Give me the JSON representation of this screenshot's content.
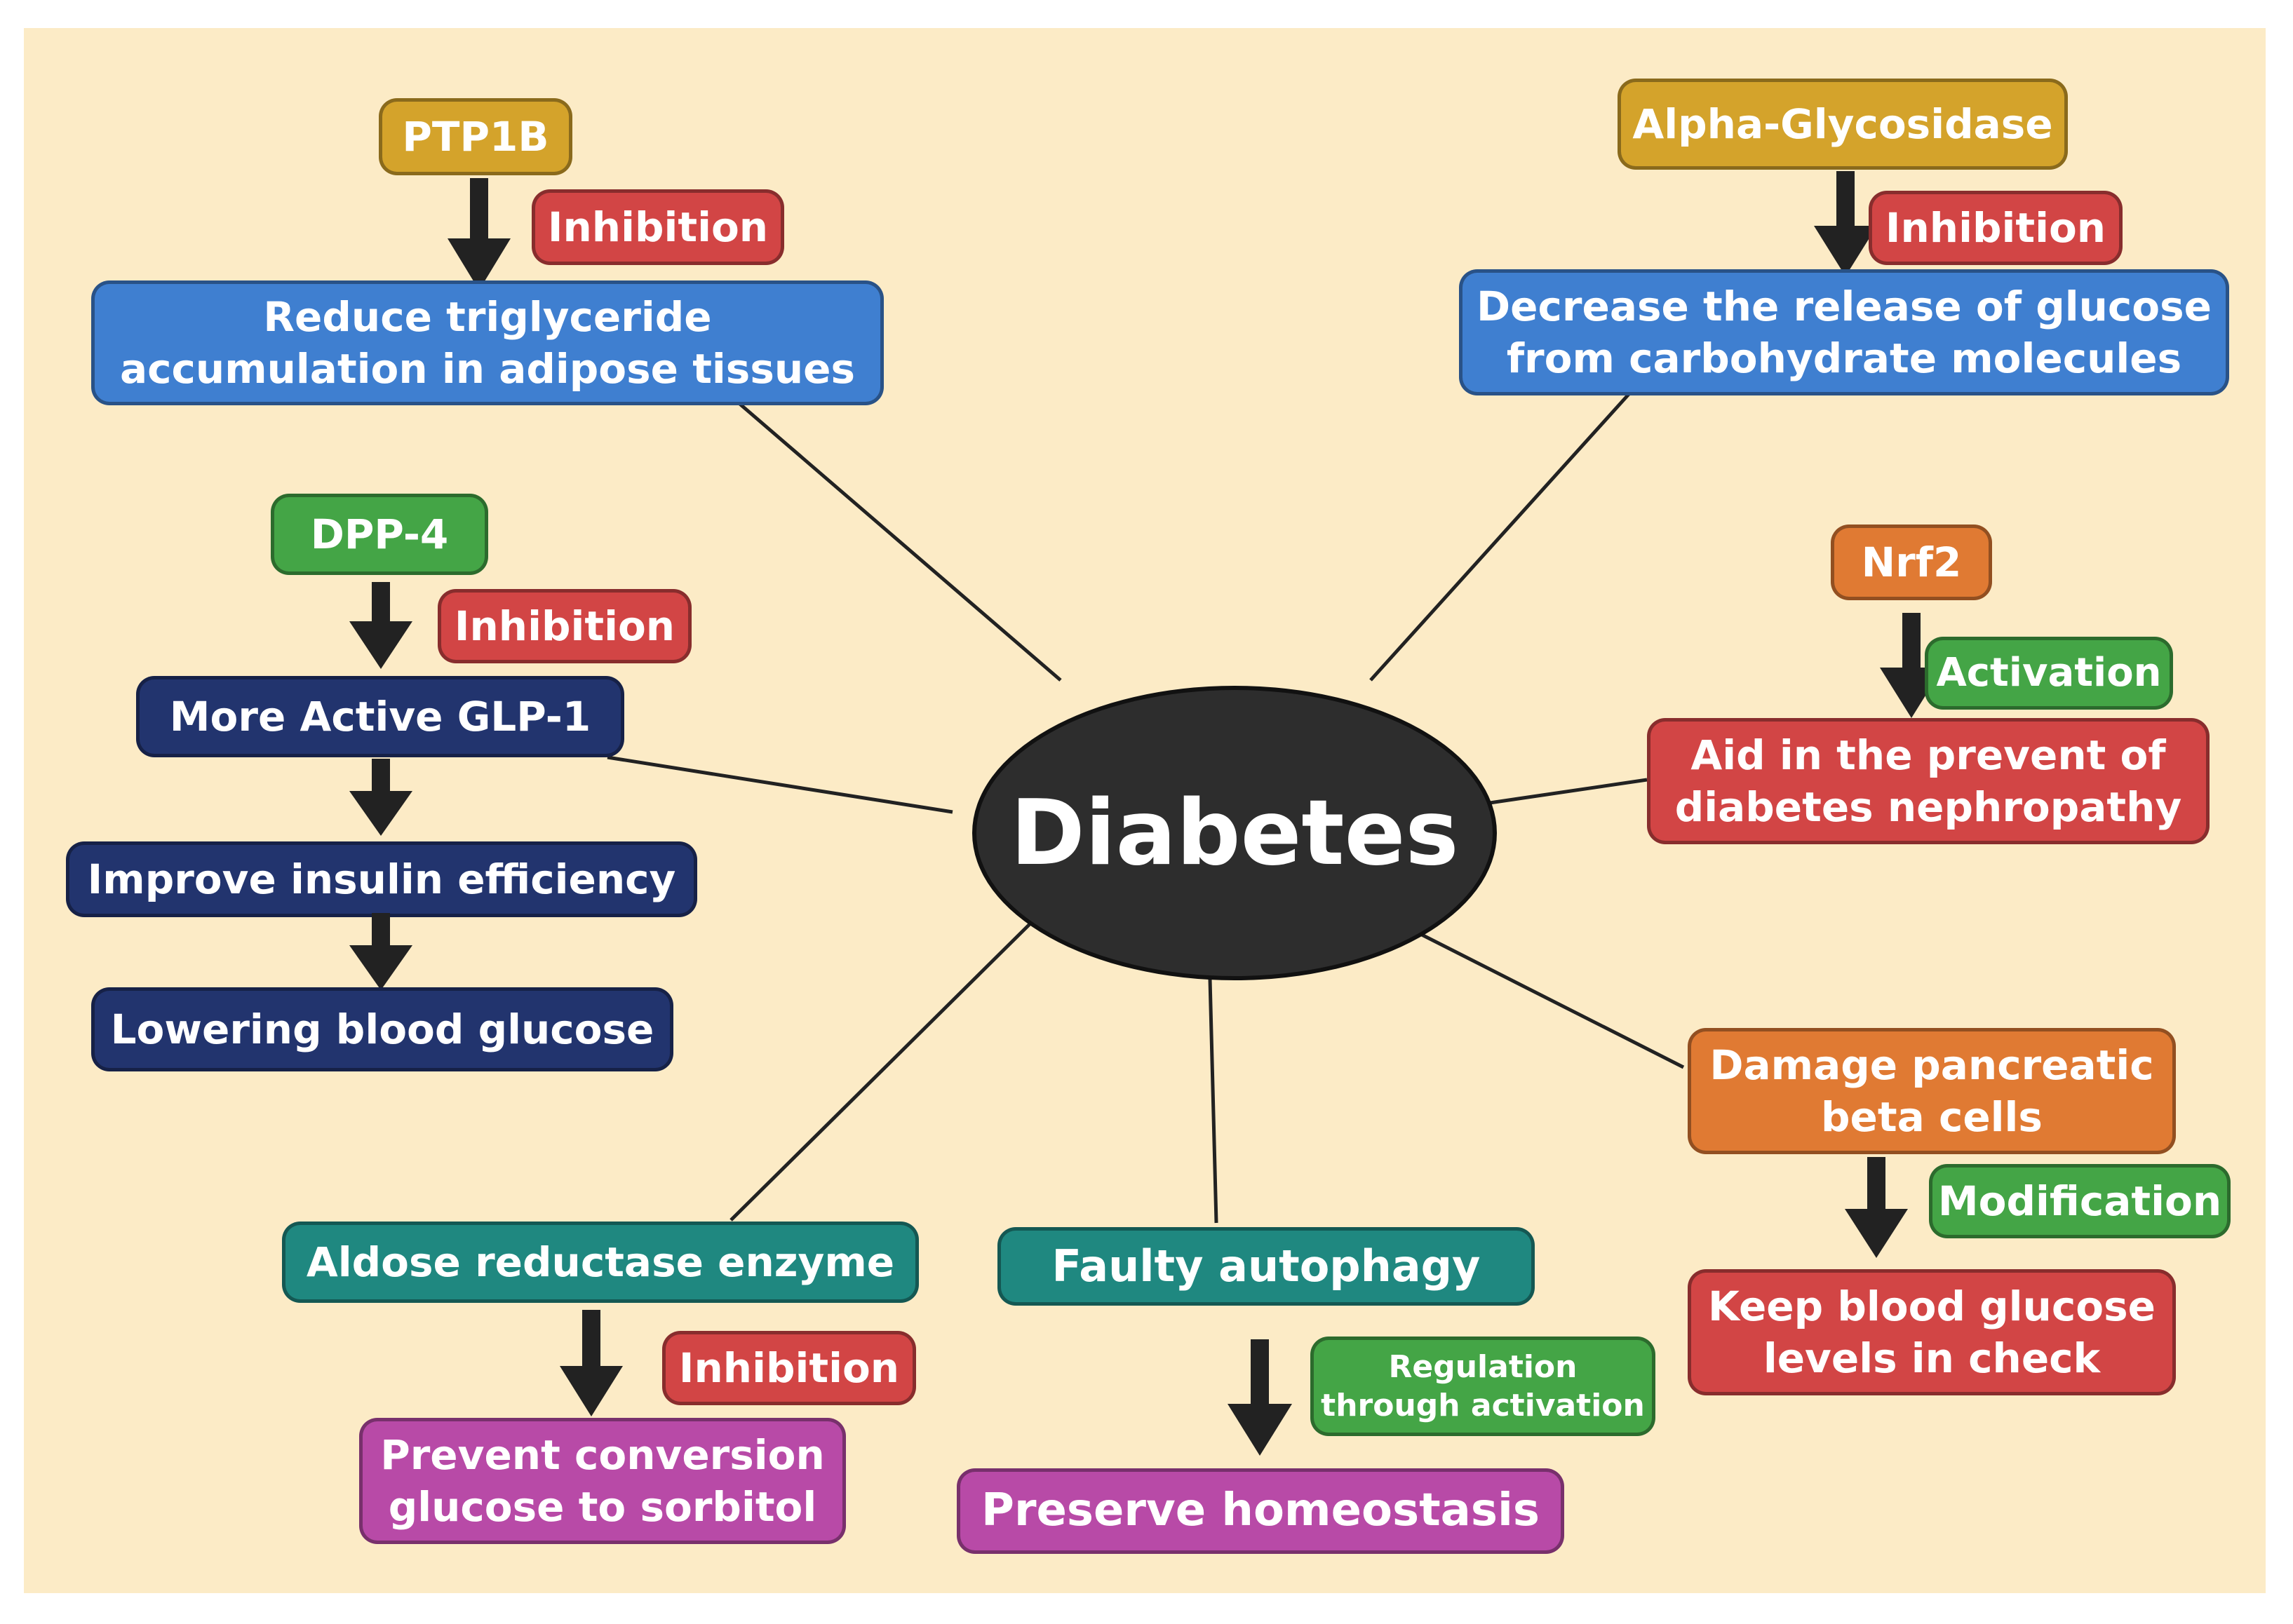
{
  "colors": {
    "background": "#fcebc6",
    "hub": "#2d2d2d",
    "gold": "#d4a32b",
    "blue": "#3f7fd0",
    "navy": "#22346e",
    "green": "#44a546",
    "red": "#d24545",
    "orange": "#e07a33",
    "teal": "#1f8880",
    "magenta": "#b84aa7",
    "arrow": "#222222"
  },
  "hub": {
    "label": "Diabetes"
  },
  "ptp1b": {
    "agent": "PTP1B",
    "action": "Inhibition",
    "outcome": "Reduce triglyceride\naccumulation in adipose tissues"
  },
  "alpha_glucosidase": {
    "agent": "Alpha-Glycosidase",
    "action": "Inhibition",
    "outcome": "Decrease the release of glucose\nfrom carbohydrate molecules"
  },
  "dpp4": {
    "agent": "DPP-4",
    "action": "Inhibition",
    "step1": "More Active GLP-1",
    "step2": "Improve insulin efficiency",
    "step3": "Lowering blood glucose"
  },
  "nrf2": {
    "agent": "Nrf2",
    "action": "Activation",
    "outcome": "Aid in the prevent of\ndiabetes nephropathy"
  },
  "beta_cells": {
    "agent": "Damage pancreatic\nbeta cells",
    "action": "Modification",
    "outcome": "Keep blood glucose\nlevels in check"
  },
  "autophagy": {
    "agent": "Faulty autophagy",
    "action": "Regulation\nthrough activation",
    "outcome": "Preserve homeostasis"
  },
  "aldose": {
    "agent": "Aldose reductase enzyme",
    "action": "Inhibition",
    "outcome": "Prevent conversion\nglucose to sorbitol"
  }
}
